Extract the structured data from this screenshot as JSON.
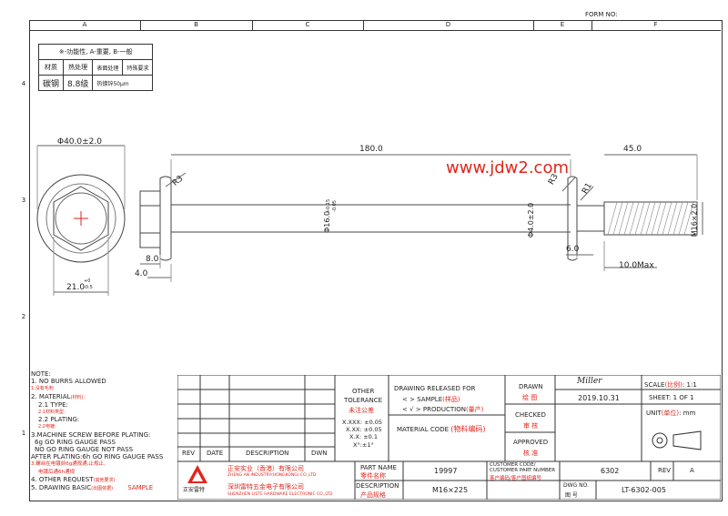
{
  "form_no_label": "FORM NO:",
  "zones_top": [
    "A",
    "B",
    "C",
    "D",
    "E",
    "F"
  ],
  "zones_side": [
    "4",
    "3",
    "2",
    "1"
  ],
  "requirements": {
    "legend": "※-功能性, A-重要, B-一般",
    "headers": [
      "材质",
      "热处理",
      "表面处理",
      "特殊要求"
    ],
    "material": "碳钢",
    "grade": "8.8级",
    "surface": "热镀锌50μm"
  },
  "watermark": "www.jdw2.com",
  "dims": {
    "head_dia": "Φ40.0±2.0",
    "hex": "21.0",
    "hex_tol_upper": "+0",
    "hex_tol_lower": "-0.5",
    "length": "180.0",
    "thread_len": "45.0",
    "r3a": "R3",
    "r3b": "R3",
    "r1": "R1",
    "shank_dia": "Φ16.0",
    "shank_tol_upper": "+0.15",
    "shank_tol_lower": "-0.05",
    "neck_dia": "Φ4.0±2.0",
    "thread": "M16×2.0",
    "flange_t": "8.0",
    "head_gap": "4.0",
    "neck_len": "6.0",
    "runout": "10.0Max"
  },
  "notes": {
    "title": "NOTE:",
    "n1": "1. NO BURRS ALLOWED",
    "n1cn": "1.没有毛刺",
    "n2": "2. MATERIAL",
    "n2cn": "(材料)：",
    "n21": "2.1 TYPE:",
    "n21cn": "2.1材料类型：",
    "n22": "2.2 PLATING:",
    "n22cn": "2.2电镀:",
    "n3": "3.MACHINE SCREW BEFORE PLATING:",
    "n3a": "6g GO RING GAUGE PASS",
    "n3b": "NO GO RING GAUGE NOT PASS",
    "n3c": "AFTER PLATING:6h GO RING GAUGE PASS",
    "n3cn": "3.螺丝在电镀前6g通规通,止规止,",
    "n3cn2": "电镀后通6h通规",
    "n4": "4. OTHER REQUEST",
    "n4cn": "(其他要求)",
    "n5": "5. DRAWING BASIC",
    "n5cn": "(出图依据)",
    "n5v": "SAMPLE"
  },
  "title_block": {
    "rev": "REV",
    "date": "DATE",
    "description": "DESCRIPTION",
    "dwn": "DWN",
    "other_tol": "OTHER",
    "tolerance": "TOLERANCE",
    "tol_cn": "未注公差",
    "tol1": "X.XXX: ±0.05",
    "tol2": "X.XX: ±0.05",
    "tol3": "X.X: ±0.1",
    "tol4": "X°:±1°",
    "released": "DRAWING RELEASED FOR",
    "sample": "<    > SAMPLE",
    "sample_cn": "(样品)",
    "production": "<  √ > PRODUCTION",
    "production_cn": "(量产)",
    "material_code": "MATERIAL CODE",
    "material_code_cn": "(物料编码)",
    "drawn": "DRAWN",
    "drawn_cn": "绘 图",
    "checked": "CHECKED",
    "checked_cn": "审 核",
    "approved": "APPROVED",
    "approved_cn": "核 准",
    "signature": "Miller",
    "date_val": "2019.10.31",
    "scale": "SCALE",
    "scale_cn": "(比例)",
    "scale_val": "1:1",
    "sheet": "SHEET: 1 OF 1",
    "unit": "UNIT",
    "unit_cn": "(单位)",
    "unit_val": "mm",
    "company_cn1": "正安实业（香港）有限公司",
    "company_en1": "ZHENG AN INDUSTRY(HONGKONG) CO.,LTD",
    "company_cn2": "深圳雷特五金电子有限公司",
    "company_en2": "SHENZHEN LISTE HARDWARE ELECTRONIC CO.,LTD",
    "logo_text": "正安雷特",
    "part_name": "PART NAME",
    "part_name_cn": "零件名称",
    "part_no": "19997",
    "customer_code": "CUSTOMER CODE/",
    "customer_part": "CUSTOMER PART NUMBER",
    "customer_cn": "客户编码/客户图纸编号",
    "customer_val": "6302",
    "rev2": "REV",
    "rev_val": "A",
    "desc": "DESCRIPTION",
    "desc_cn": "产品规格",
    "desc_val": "M16×225",
    "dwg_no": "DWG NO.",
    "dwg_cn": "图 号",
    "dwg_val": "LT-6302-005"
  }
}
